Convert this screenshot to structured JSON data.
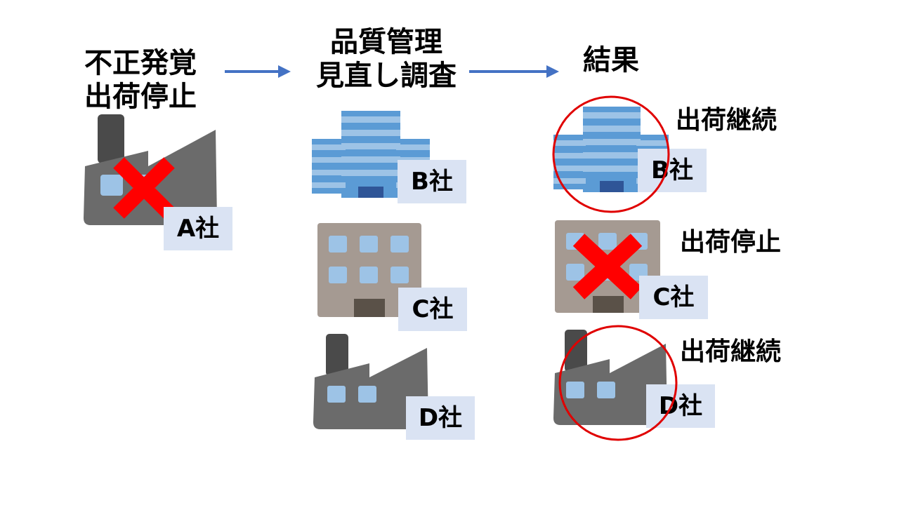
{
  "headings": {
    "start": {
      "line1": "不正発覚",
      "line2": "出荷停止"
    },
    "middle": {
      "line1": "品質管理",
      "line2": "見直し調査"
    },
    "result": "結果"
  },
  "companies": {
    "a": {
      "label": "A社",
      "marker": "x-mark"
    },
    "b": {
      "label": "B社"
    },
    "c": {
      "label": "C社"
    },
    "d": {
      "label": "D社"
    }
  },
  "results": [
    {
      "company": "B社",
      "status": "出荷継続",
      "marker": "circle"
    },
    {
      "company": "C社",
      "status": "出荷停止",
      "marker": "x-mark"
    },
    {
      "company": "D社",
      "status": "出荷継続",
      "marker": "circle"
    }
  ],
  "colors": {
    "arrow": "#4472c4",
    "x_mark": "#ff0000",
    "circle": "#e00000",
    "label_bg": "#dae3f3",
    "factory": "#6b6b6b",
    "office_blue": "#5b9bd5",
    "office_brown": "#a59a92"
  },
  "icons": [
    "factory-icon",
    "blue-office-building-icon",
    "brown-office-building-icon",
    "arrow-right-icon"
  ]
}
